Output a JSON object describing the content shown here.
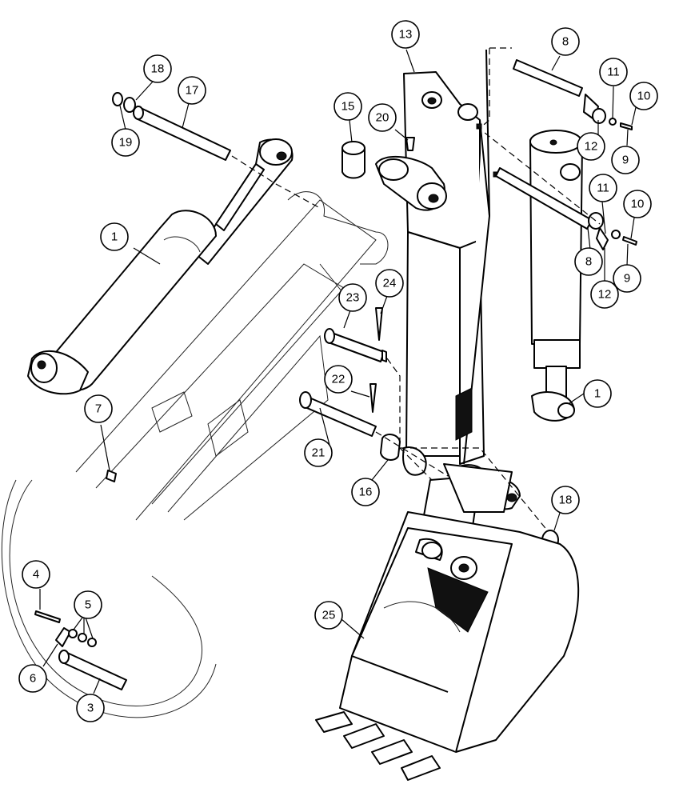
{
  "callouts": [
    {
      "id": "c13",
      "label": "13"
    },
    {
      "id": "c8a",
      "label": "8"
    },
    {
      "id": "c11a",
      "label": "11"
    },
    {
      "id": "c10a",
      "label": "10"
    },
    {
      "id": "c12a",
      "label": "12"
    },
    {
      "id": "c9a",
      "label": "9"
    },
    {
      "id": "c18a",
      "label": "18"
    },
    {
      "id": "c17",
      "label": "17"
    },
    {
      "id": "c19",
      "label": "19"
    },
    {
      "id": "c15",
      "label": "15"
    },
    {
      "id": "c20",
      "label": "20"
    },
    {
      "id": "c11b",
      "label": "11"
    },
    {
      "id": "c10b",
      "label": "10"
    },
    {
      "id": "c1a",
      "label": "1"
    },
    {
      "id": "c8b",
      "label": "8"
    },
    {
      "id": "c12b",
      "label": "12"
    },
    {
      "id": "c9b",
      "label": "9"
    },
    {
      "id": "c23",
      "label": "23"
    },
    {
      "id": "c24",
      "label": "24"
    },
    {
      "id": "c22",
      "label": "22"
    },
    {
      "id": "c1b",
      "label": "1"
    },
    {
      "id": "c7",
      "label": "7"
    },
    {
      "id": "c21",
      "label": "21"
    },
    {
      "id": "c16",
      "label": "16"
    },
    {
      "id": "c18b",
      "label": "18"
    },
    {
      "id": "c4",
      "label": "4"
    },
    {
      "id": "c5",
      "label": "5"
    },
    {
      "id": "c25",
      "label": "25"
    },
    {
      "id": "c6",
      "label": "6"
    },
    {
      "id": "c3",
      "label": "3"
    }
  ]
}
